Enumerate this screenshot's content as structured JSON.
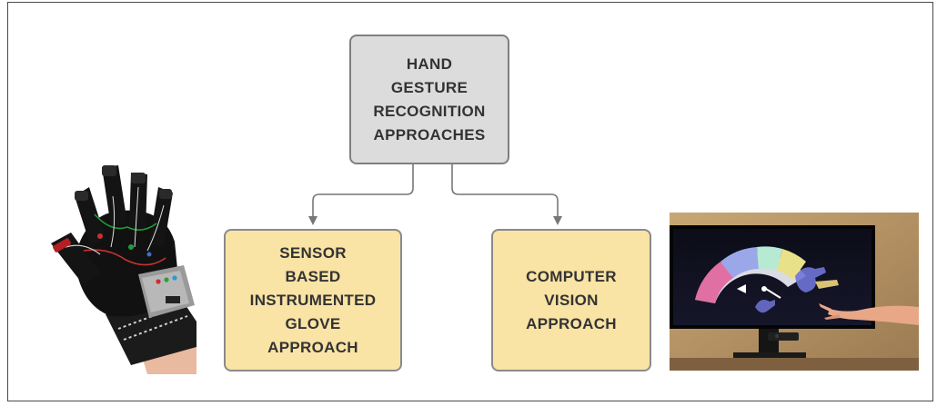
{
  "diagram": {
    "root": {
      "lines": [
        "HAND",
        "GESTURE",
        "RECOGNITION",
        "APPROACHES"
      ]
    },
    "left_child": {
      "lines": [
        "SENSOR",
        "BASED",
        "INSTRUMENTED",
        "GLOVE",
        "APPROACH"
      ]
    },
    "right_child": {
      "lines": [
        "COMPUTER",
        "VISION",
        "APPROACH"
      ]
    }
  },
  "images": {
    "left": "instrumented-glove-photo",
    "right": "vision-display-photo"
  },
  "colors": {
    "root_fill": "#dcdcdc",
    "child_fill": "#f9e3a5",
    "border": "#7a7a7a",
    "connector": "#777777",
    "text": "#333333"
  }
}
